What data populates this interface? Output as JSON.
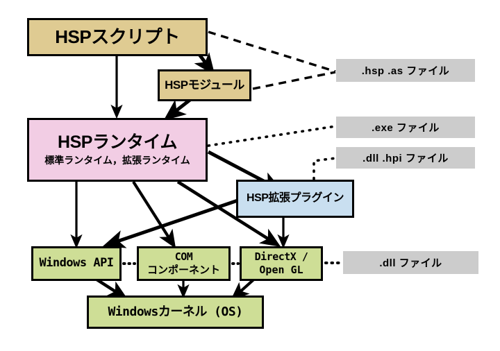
{
  "diagram": {
    "title": "HSP architecture layer diagram",
    "colors": {
      "script_box": "#dfcb92",
      "module_box": "#dfcb92",
      "runtime_box": "#f2cde4",
      "plugin_box": "#c9dff0",
      "os_box": "#cede96",
      "file_label": "#cccccc",
      "stroke": "#000000",
      "background": "#ffffff"
    },
    "nodes": {
      "script": {
        "label": "HSPスクリプト"
      },
      "module": {
        "label": "HSPモジュール"
      },
      "runtime": {
        "label": "HSPランタイム",
        "sublabel": "標準ランタイム，拡張ランタイム"
      },
      "plugin": {
        "label": "HSP拡張プラグイン"
      },
      "winapi": {
        "label": "Windows API"
      },
      "com": {
        "label_line1": "COM",
        "label_line2": "コンポーネント"
      },
      "directx": {
        "label_line1": "DirectX /",
        "label_line2": "Open GL"
      },
      "kernel": {
        "label": "Windowsカーネル (OS)"
      }
    },
    "file_labels": {
      "hsp_as": ".hsp .as ファイル",
      "exe": ".exe ファイル",
      "dll_hpi": ".dll .hpi ファイル",
      "dll": ".dll ファイル"
    },
    "edges": [
      {
        "name": "script-to-runtime",
        "style": "solid-arrow",
        "from": "script",
        "to": "runtime"
      },
      {
        "name": "script-to-module",
        "style": "solid-arrow",
        "from": "script",
        "to": "module"
      },
      {
        "name": "module-to-runtime",
        "style": "solid-arrow",
        "from": "module",
        "to": "runtime"
      },
      {
        "name": "script-to-hsp-file",
        "style": "dashed",
        "from": "script",
        "to": "hsp_as"
      },
      {
        "name": "module-to-hsp-file",
        "style": "dashed",
        "from": "module",
        "to": "hsp_as"
      },
      {
        "name": "runtime-to-exe-file",
        "style": "dotted",
        "from": "runtime",
        "to": "exe"
      },
      {
        "name": "plugin-to-dll-hpi-file",
        "style": "dotted",
        "from": "plugin",
        "to": "dll_hpi"
      },
      {
        "name": "runtime-to-plugin",
        "style": "solid-arrow",
        "from": "runtime",
        "to": "plugin"
      },
      {
        "name": "runtime-to-winapi",
        "style": "solid-arrow",
        "from": "runtime",
        "to": "winapi"
      },
      {
        "name": "runtime-to-com",
        "style": "solid-arrow",
        "from": "runtime",
        "to": "com"
      },
      {
        "name": "runtime-to-directx",
        "style": "solid-arrow",
        "from": "runtime",
        "to": "directx"
      },
      {
        "name": "plugin-to-winapi",
        "style": "solid-arrow",
        "from": "plugin",
        "to": "winapi"
      },
      {
        "name": "plugin-to-directx",
        "style": "solid-arrow",
        "from": "plugin",
        "to": "directx"
      },
      {
        "name": "winapi-to-kernel",
        "style": "solid-arrow",
        "from": "winapi",
        "to": "kernel"
      },
      {
        "name": "com-to-kernel",
        "style": "solid-arrow",
        "from": "com",
        "to": "kernel"
      },
      {
        "name": "directx-to-kernel",
        "style": "solid-arrow",
        "from": "directx",
        "to": "kernel"
      },
      {
        "name": "winapi-to-com-link",
        "style": "dotted-short",
        "from": "winapi",
        "to": "com"
      },
      {
        "name": "com-to-directx-link",
        "style": "dotted-short",
        "from": "com",
        "to": "directx"
      },
      {
        "name": "directx-to-dll-file",
        "style": "dotted-short",
        "from": "directx",
        "to": "dll"
      }
    ]
  }
}
